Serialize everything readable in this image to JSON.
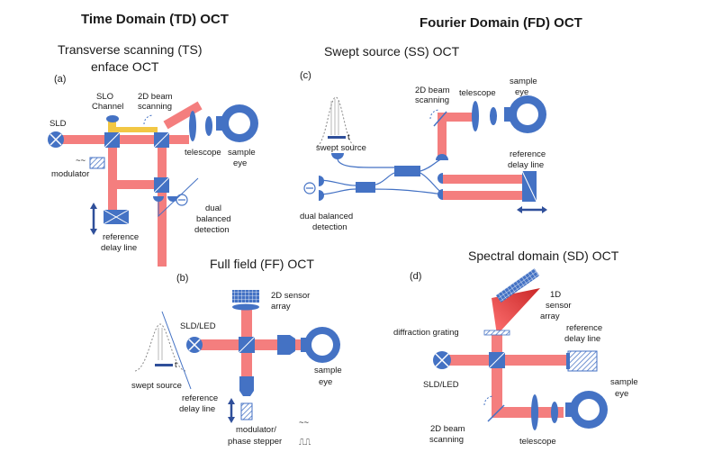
{
  "headers": {
    "td": "Time Domain (TD) OCT",
    "fd": "Fourier Domain (FD) OCT"
  },
  "panel_a": {
    "tag": "(a)",
    "title_line1": "Transverse scanning (TS)",
    "title_line2": "enface OCT",
    "labels": {
      "sld": "SLD",
      "slo_line1": "SLO",
      "slo_line2": "Channel",
      "scan_line1": "2D beam",
      "scan_line2": "scanning",
      "telescope": "telescope",
      "sample_line1": "sample",
      "sample_line2": "eye",
      "modulator": "modulator",
      "ref_line1": "reference",
      "ref_line2": "delay line",
      "dual_line1": "dual",
      "dual_line2": "balanced",
      "dual_line3": "detection"
    }
  },
  "panel_b": {
    "tag": "(b)",
    "title": "Full field (FF) OCT",
    "labels": {
      "sensor_line1": "2D sensor",
      "sensor_line2": "array",
      "source": "SLD/LED",
      "sample_line1": "sample",
      "sample_line2": "eye",
      "swept": "swept source",
      "ref_line1": "reference",
      "ref_line2": "delay line",
      "mod_line1": "modulator/",
      "mod_line2": "phase stepper"
    }
  },
  "panel_c": {
    "tag": "(c)",
    "title": "Swept source (SS) OCT",
    "labels": {
      "scan_line1": "2D beam",
      "scan_line2": "scanning",
      "telescope": "telescope",
      "sample_line1": "sample",
      "sample_line2": "eye",
      "swept": "swept source",
      "ref_line1": "reference",
      "ref_line2": "delay line",
      "dual_line1": "dual balanced",
      "dual_line2": "detection"
    }
  },
  "panel_d": {
    "tag": "(d)",
    "title": "Spectral domain (SD) OCT",
    "labels": {
      "sensor_line1": "1D",
      "sensor_line2": "sensor",
      "sensor_line3": "array",
      "grating": "diffraction grating",
      "ref_line1": "reference",
      "ref_line2": "delay line",
      "source": "SLD/LED",
      "sample_line1": "sample",
      "sample_line2": "eye",
      "scan_line1": "2D beam",
      "scan_line2": "scanning",
      "telescope": "telescope"
    }
  },
  "colors": {
    "beam": "#f47e7e",
    "component": "#4472c4",
    "component_dark": "#2f4f9a",
    "slo_beam": "#f2c744"
  }
}
